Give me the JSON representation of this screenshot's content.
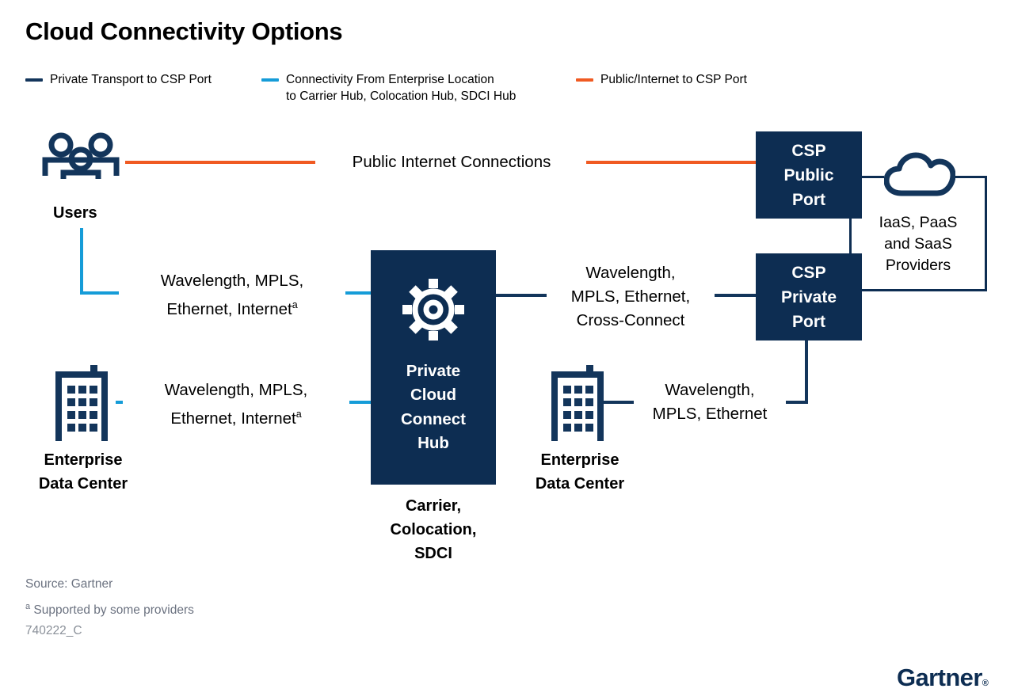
{
  "title": "Cloud Connectivity Options",
  "colors": {
    "navy": "#0d2d52",
    "line_navy": "#13355b",
    "blue": "#159cd8",
    "orange": "#f05a22",
    "footer_gray": "#6b7280"
  },
  "legend": [
    {
      "label": "Private Transport to CSP Port",
      "color": "#13355b",
      "swatch": "navy-line-swatch"
    },
    {
      "label": "Connectivity From Enterprise Location\nto Carrier Hub, Colocation Hub, SDCI Hub",
      "color": "#159cd8",
      "swatch": "blue-line-swatch"
    },
    {
      "label": "Public/Internet to CSP Port",
      "color": "#f05a22",
      "swatch": "orange-line-swatch"
    }
  ],
  "nodes": {
    "users": {
      "caption": "Users",
      "icon": "users-group-icon"
    },
    "enterprise_dc_left": {
      "caption": "Enterprise\nData Center",
      "icon": "office-building-icon"
    },
    "enterprise_dc_right": {
      "caption": "Enterprise\nData Center",
      "icon": "office-building-icon"
    },
    "hub": {
      "box_label": "Private\nCloud\nConnect\nHub",
      "caption": "Carrier,\nColocation,\nSDCI",
      "icon": "hub-gear-icon"
    },
    "csp_public_port": {
      "label": "CSP\nPublic\nPort"
    },
    "csp_private_port": {
      "label": "CSP\nPrivate\nPort"
    },
    "cloud": {
      "label": "IaaS, PaaS\nand SaaS\nProviders",
      "icon": "cloud-icon"
    }
  },
  "connections": {
    "public_internet": "Public Internet Connections",
    "users_to_hub": "Wavelength, MPLS,\nEthernet, Internet",
    "users_to_hub_sup": "a",
    "edc_to_hub": "Wavelength, MPLS,\nEthernet, Internet",
    "edc_to_hub_sup": "a",
    "hub_to_csp_private": "Wavelength,\nMPLS, Ethernet,\nCross-Connect",
    "edc_right_to_csp_private": "Wavelength,\nMPLS, Ethernet"
  },
  "footer": {
    "source": "Source: Gartner",
    "note_marker": "a",
    "note": " Supported by some providers",
    "id": "740222_C"
  },
  "brand": {
    "name": "Gartner",
    "mark": "®"
  }
}
